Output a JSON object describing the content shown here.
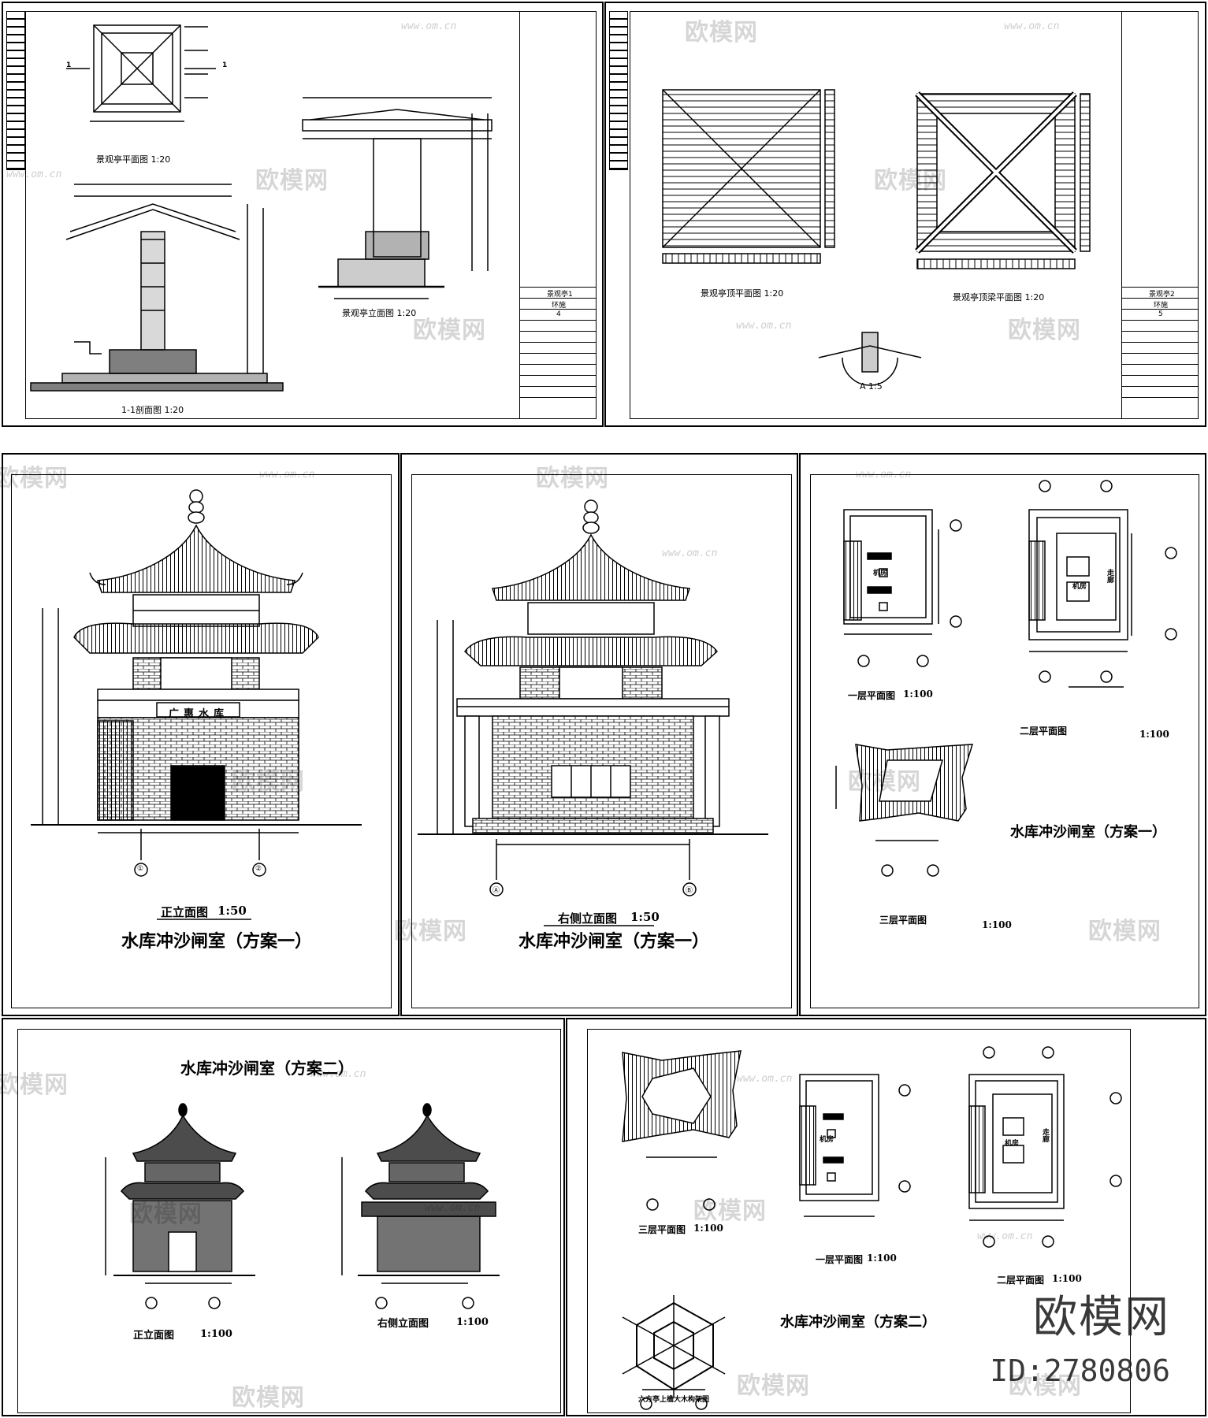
{
  "sheet1": {
    "plan_title": "景观亭平面图  1:20",
    "elev_title": "景观亭立面图  1:20",
    "section_title": "1-1剖面图  1:20",
    "cut_mark_left": "1",
    "cut_mark_right": "1",
    "title_block": {
      "project": "景观亭1",
      "sheet_type": "环施",
      "sheet_no": "4"
    }
  },
  "sheet2": {
    "roof_plan_title": "景观亭顶平面图  1:20",
    "roof_frame_title": "景观亭顶梁平面图  1:20",
    "detail_title": "A  1:5",
    "title_block": {
      "project": "景观亭2",
      "sheet_type": "环施",
      "sheet_no": "5"
    }
  },
  "sheet3": {
    "drawing_title": "正立面图",
    "drawing_scale": "1:50",
    "project_title": "水库冲沙闸室（方案一）",
    "sign_text": "广惠水库",
    "axis_1": "①",
    "axis_2": "②"
  },
  "sheet4": {
    "drawing_title": "右侧立面图",
    "drawing_scale": "1:50",
    "project_title": "水库冲沙闸室（方案一）",
    "axis_a": "Ⓐ",
    "axis_b": "Ⓑ"
  },
  "sheet5": {
    "plan1_title": "一层平面图",
    "plan1_scale": "1:100",
    "plan2_title": "二层平面图",
    "plan2_scale": "1:100",
    "plan3_title": "三层平面图",
    "plan3_scale": "1:100",
    "project_title": "水库冲沙闸室（方案一）",
    "room1": "机房",
    "room2": "机房",
    "room3": "走廊"
  },
  "sheet6": {
    "project_title": "水库冲沙闸室（方案二）",
    "front_title": "正立面图",
    "front_scale": "1:100",
    "side_title": "右侧立面图",
    "side_scale": "1:100"
  },
  "sheet7": {
    "plan3_title": "三层平面图",
    "plan3_scale": "1:100",
    "plan1_title": "一层平面图",
    "plan1_scale": "1:100",
    "plan2_title": "二层平面图",
    "plan2_scale": "1:100",
    "project_title": "水库冲沙闸室（方案二）",
    "roof_title": "六方亭上檐大木构架图",
    "room1": "机房",
    "room2": "机房",
    "room3": "走廊"
  },
  "watermark": {
    "brand": "欧模网",
    "url": "www.om.cn"
  },
  "stamp": {
    "brand": "欧模网",
    "id": "ID:2780806"
  }
}
